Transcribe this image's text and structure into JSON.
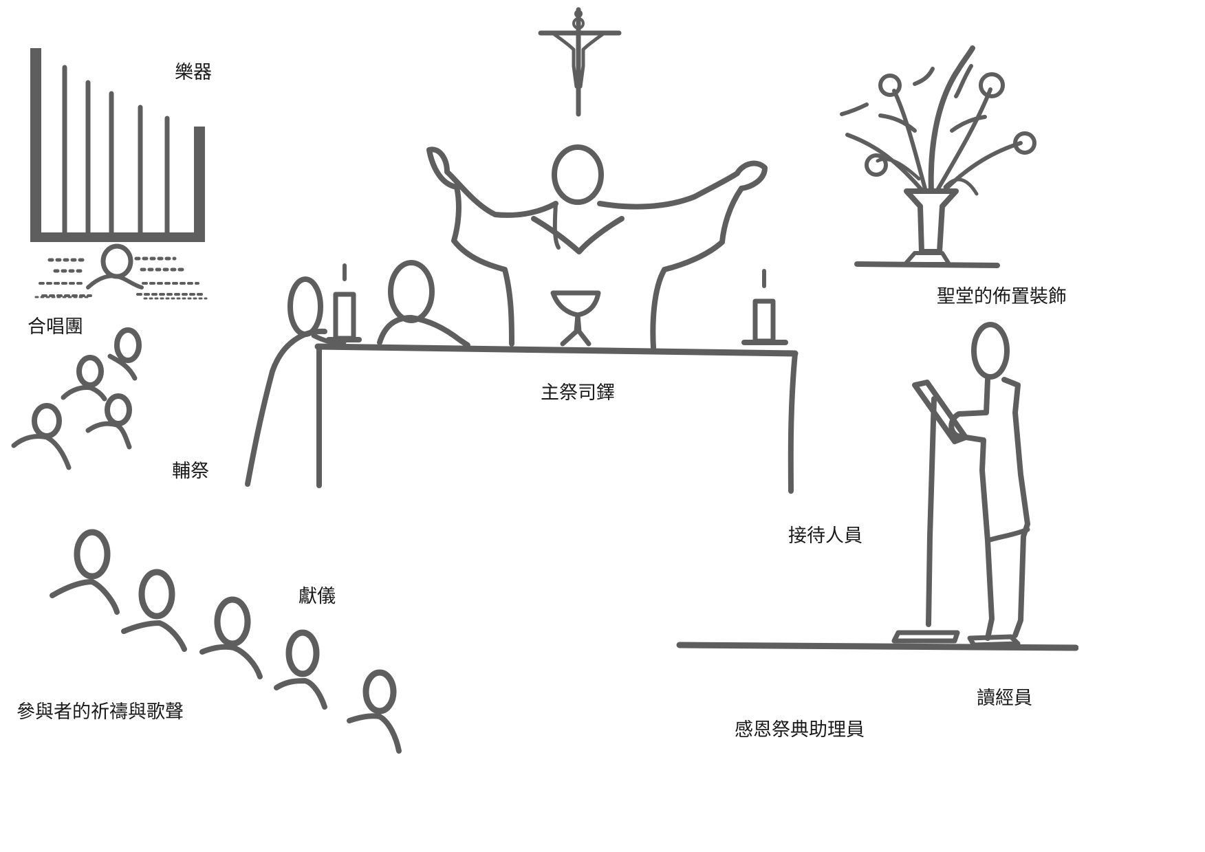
{
  "labels": {
    "instruments": "樂器",
    "choir": "合唱團",
    "altar_servers": "輔祭",
    "presider": "主祭司鐸",
    "environment": "聖堂的佈置裝飾",
    "ushers": "接待人員",
    "offertory": "獻儀",
    "lector": "讀經員",
    "assembly_prayer_song": "參與者的祈禱與歌聲",
    "eucharistic_ministers": "感恩祭典助理員"
  },
  "colors": {
    "ink": "#5e5e5e",
    "text": "#1a1a1a",
    "background": "#ffffff"
  }
}
